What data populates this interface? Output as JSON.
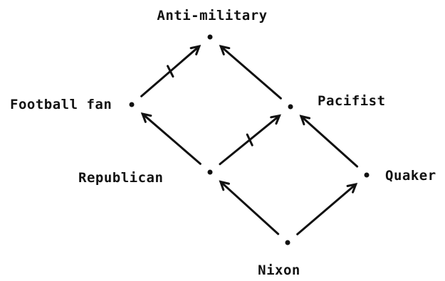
{
  "diagram": {
    "nodes": [
      {
        "id": "anti_military",
        "label": "Anti-military"
      },
      {
        "id": "football_fan",
        "label": "Football fan"
      },
      {
        "id": "pacifist",
        "label": "Pacifist"
      },
      {
        "id": "republican",
        "label": "Republican"
      },
      {
        "id": "quaker",
        "label": "Quaker"
      },
      {
        "id": "nixon",
        "label": "Nixon"
      }
    ],
    "edges": [
      {
        "from": "nixon",
        "to": "republican",
        "negated": false
      },
      {
        "from": "nixon",
        "to": "quaker",
        "negated": false
      },
      {
        "from": "republican",
        "to": "football_fan",
        "negated": false
      },
      {
        "from": "republican",
        "to": "pacifist",
        "negated": true
      },
      {
        "from": "quaker",
        "to": "pacifist",
        "negated": false
      },
      {
        "from": "football_fan",
        "to": "anti_military",
        "negated": true
      },
      {
        "from": "pacifist",
        "to": "anti_military",
        "negated": false
      }
    ]
  }
}
